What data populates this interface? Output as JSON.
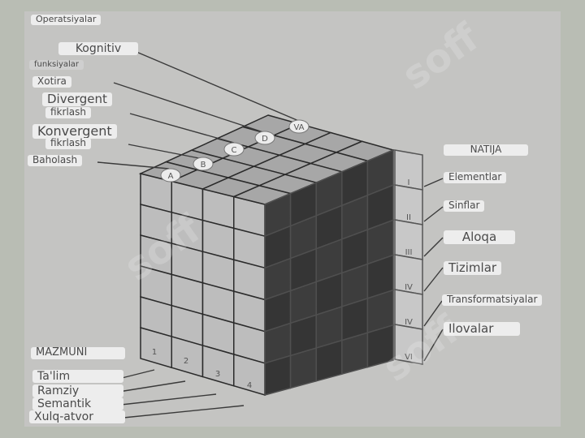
{
  "colors": {
    "background": "#b9bdb4",
    "panel": "#c3c3c3",
    "cell_light": "#bdbdbd",
    "cell_top": "#a7a7a7",
    "cell_dark": "#3b3b3b",
    "label_bg": "#ededed",
    "watermark": "#ffffff"
  },
  "title": "Operatsiyalar",
  "operations": [
    {
      "main": "Kognitiv",
      "sub": "funksiyalar"
    },
    {
      "main": "Xotira"
    },
    {
      "main": "Divergent",
      "sub": "fikrlash"
    },
    {
      "main": "Konvergent",
      "sub": "fikrlash"
    },
    {
      "main": "Baholash"
    }
  ],
  "products_title": "NATIJA",
  "products": [
    "Elementlar",
    "Sinflar",
    "Aloqa",
    "Tizimlar",
    "Transformatsiyalar",
    "Ilovalar"
  ],
  "content_title": "MAZMUNI",
  "contents": [
    "Ta'lim",
    "Ramziy",
    "Semantik",
    "Xulq-atvor"
  ],
  "top_letters": [
    "A",
    "B",
    "C",
    "D",
    "VA"
  ],
  "front_numbers": [
    "1",
    "2",
    "3",
    "4"
  ],
  "side_romans": [
    "I",
    "II",
    "III",
    "IV",
    "IV",
    "VI"
  ],
  "watermark_text": "soff"
}
